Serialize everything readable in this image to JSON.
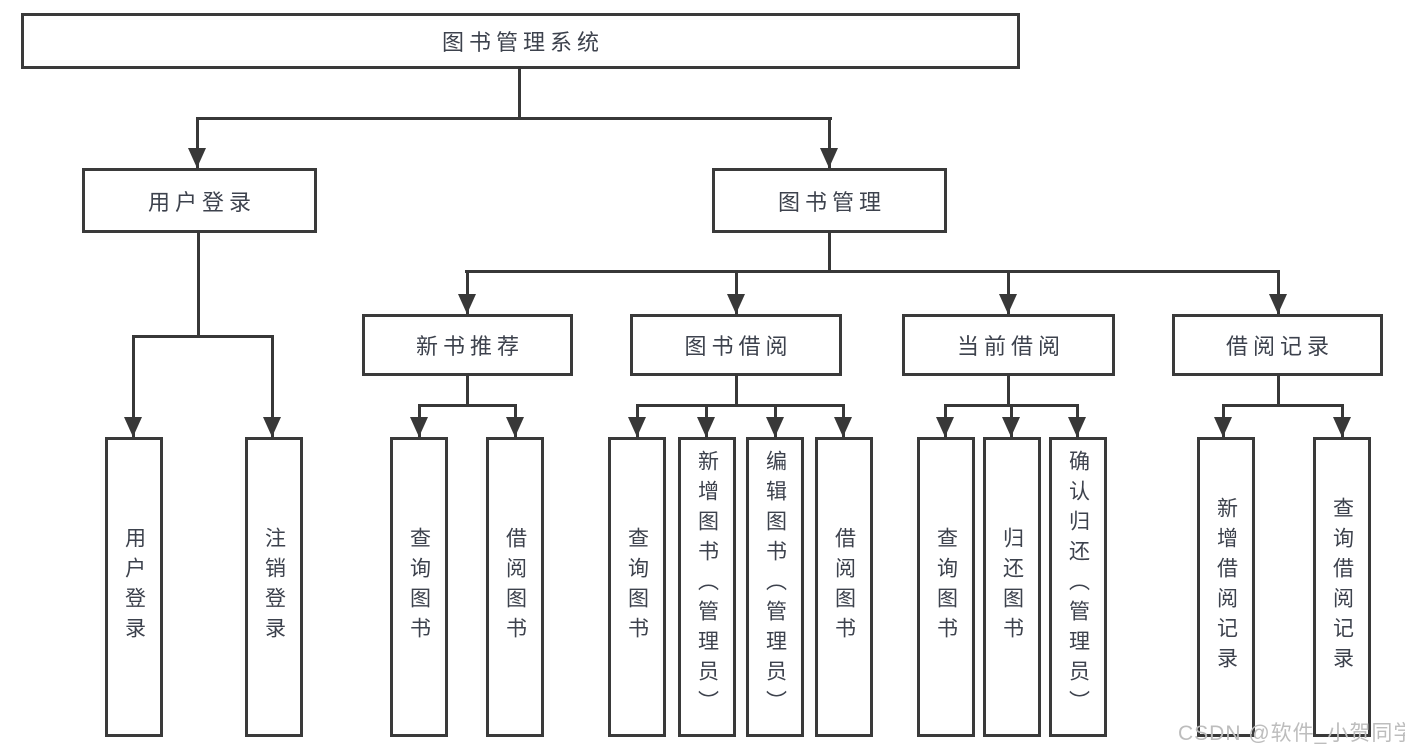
{
  "nodes": {
    "root": "图书管理系统",
    "user_login": "用户登录",
    "book_management": "图书管理",
    "new_book_recommend": "新书推荐",
    "book_borrow": "图书借阅",
    "current_borrow": "当前借阅",
    "borrow_records": "借阅记录",
    "leaf_user_login": "用户登录",
    "leaf_logout": "注销登录",
    "nbr_query_books": "查询图书",
    "nbr_borrow_books": "借阅图书",
    "bb_query_books": "查询图书",
    "bb_add_books": "新增图书（管理员）",
    "bb_edit_books": "编辑图书（管理员）",
    "bb_borrow_books": "借阅图书",
    "cb_query_books": "查询图书",
    "cb_return_books": "归还图书",
    "cb_confirm_return": "确认归还（管理员）",
    "br_add_record": "新增借阅记录",
    "br_query_record": "查询借阅记录"
  },
  "watermark": {
    "text": "CSDN @软件_小贺同学"
  },
  "colors": {
    "line": "#383838",
    "node_border": "#3a3a3a",
    "text": "#3d424d",
    "watermark": "#bdbdbd",
    "background": "#ffffff"
  }
}
